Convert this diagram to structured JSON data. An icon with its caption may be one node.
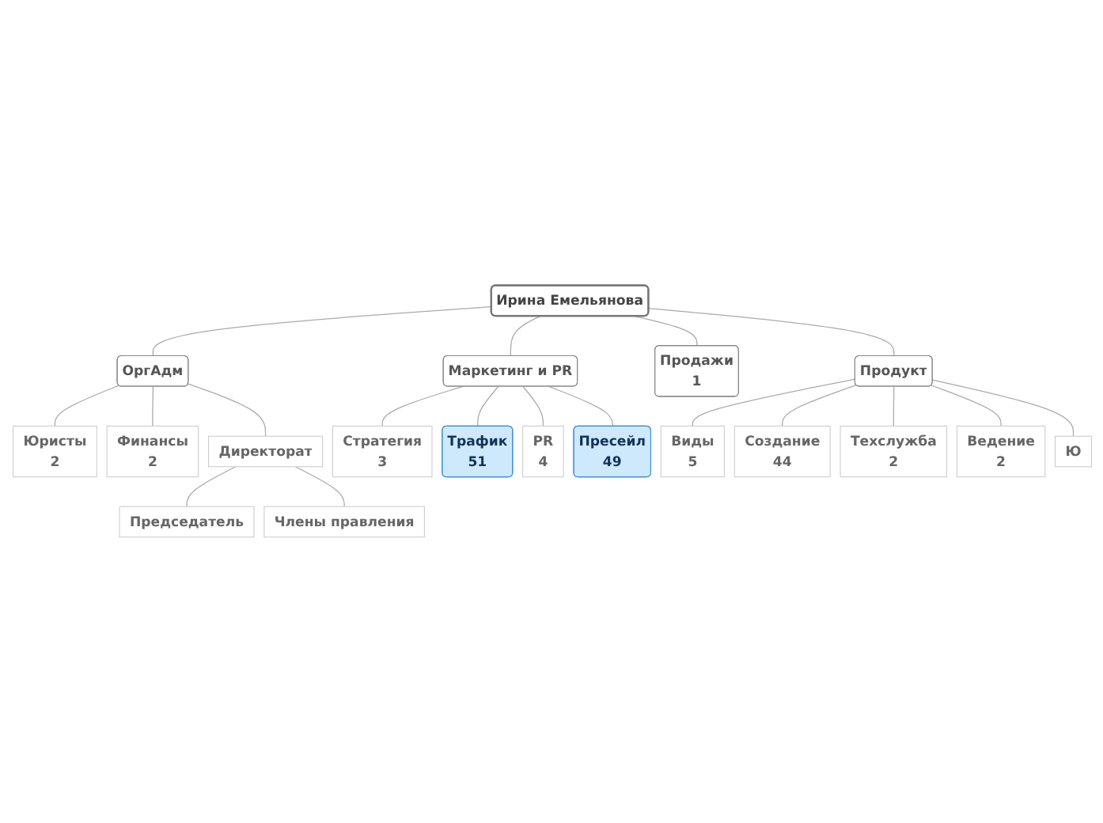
{
  "diagram": {
    "nodes": [
      {
        "text": [
          "Ирина Емельянова"
        ]
      },
      {
        "text": [
          "ОргАдм"
        ]
      },
      {
        "text": [
          "Маркетинг и PR"
        ]
      },
      {
        "text": [
          "Продажи",
          "1"
        ]
      },
      {
        "text": [
          "Продукт"
        ]
      },
      {
        "text": [
          "Юристы",
          "2"
        ]
      },
      {
        "text": [
          "Финансы",
          "2"
        ]
      },
      {
        "text": [
          "Директорат"
        ]
      },
      {
        "text": [
          "Председатель"
        ]
      },
      {
        "text": [
          "Члены правления"
        ]
      },
      {
        "text": [
          "Стратегия",
          "3"
        ]
      },
      {
        "text": [
          "Трафик",
          "51"
        ]
      },
      {
        "text": [
          "PR",
          "4"
        ]
      },
      {
        "text": [
          "Пресейл",
          "49"
        ]
      },
      {
        "text": [
          "Виды",
          "5"
        ]
      },
      {
        "text": [
          "Создание",
          "44"
        ]
      },
      {
        "text": [
          "Техслужба",
          "2"
        ]
      },
      {
        "text": [
          "Ведение",
          "2"
        ]
      },
      {
        "text": [
          "Ю"
        ]
      }
    ],
    "edges": [
      {
        "from": 0,
        "to": 1,
        "arrow": "none"
      },
      {
        "from": 0,
        "to": 2,
        "arrow": "none"
      },
      {
        "from": 0,
        "to": 3,
        "arrow": "none"
      },
      {
        "from": 0,
        "to": 4,
        "arrow": "none"
      },
      {
        "from": 1,
        "to": 5,
        "arrow": "none"
      },
      {
        "from": 1,
        "to": 6,
        "arrow": "none"
      },
      {
        "from": 1,
        "to": 7,
        "arrow": "none"
      },
      {
        "from": 7,
        "to": 8,
        "arrow": "none"
      },
      {
        "from": 7,
        "to": 9,
        "arrow": "none"
      },
      {
        "from": 2,
        "to": 10,
        "arrow": "none"
      },
      {
        "from": 2,
        "to": 11,
        "arrow": "none"
      },
      {
        "from": 2,
        "to": 12,
        "arrow": "none"
      },
      {
        "from": 2,
        "to": 13,
        "arrow": "none"
      },
      {
        "from": 4,
        "to": 14,
        "arrow": "none"
      },
      {
        "from": 4,
        "to": 15,
        "arrow": "none"
      },
      {
        "from": 4,
        "to": 16,
        "arrow": "none"
      },
      {
        "from": 4,
        "to": 17,
        "arrow": "none"
      },
      {
        "from": 4,
        "to": 18,
        "arrow": "none"
      }
    ]
  }
}
